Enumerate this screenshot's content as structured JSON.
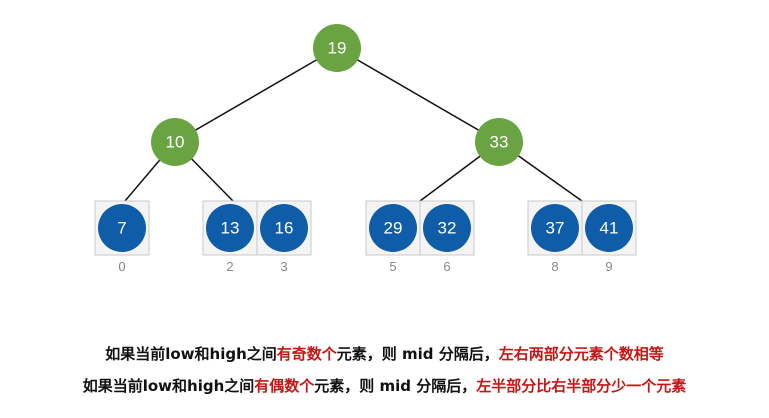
{
  "colors": {
    "tree_node": "#6aa342",
    "array_node": "#0f5da8",
    "edge": "#111111",
    "cell_border": "#c8c8c8",
    "cell_fill": "#f4f4f4",
    "highlight": "#c81616"
  },
  "tree": {
    "root": "19",
    "level1": [
      "10",
      "33"
    ]
  },
  "array": {
    "cells": [
      {
        "value": "7",
        "index": "0"
      },
      {
        "value": "13",
        "index": "2"
      },
      {
        "value": "16",
        "index": "3"
      },
      {
        "value": "29",
        "index": "5"
      },
      {
        "value": "32",
        "index": "6"
      },
      {
        "value": "37",
        "index": "8"
      },
      {
        "value": "41",
        "index": "9"
      }
    ]
  },
  "captions": {
    "line1": {
      "part1": "如果当前low和high之间",
      "part2": "有奇数个",
      "part3": "元素，则 mid 分隔后，",
      "part4": "左右两部分元素个数相等"
    },
    "line2": {
      "part1": "如果当前low和high之间",
      "part2": "有偶数个",
      "part3": "元素，则 mid 分隔后，",
      "part4": "左半部分比右半部分少一个元素"
    }
  }
}
